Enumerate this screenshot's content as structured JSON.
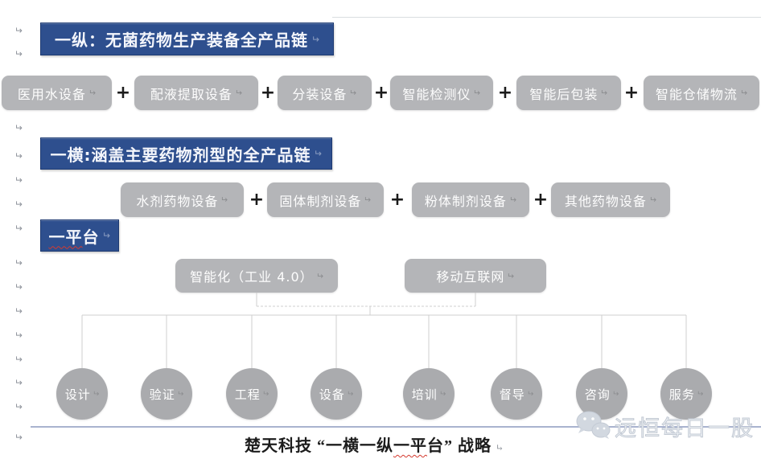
{
  "glyphs": {
    "return": "↵",
    "plus": "+"
  },
  "colors": {
    "header_box": "#2e4f8e",
    "header_box_border": "#1f3b72",
    "chain_box": "#b4b5b8",
    "circle": "#aaabae",
    "connector": "#cfcfcf",
    "divider": "#a9b3cf",
    "squiggle": "#d43a2f",
    "watermark": "#c3cad4"
  },
  "chain_vertical": {
    "title": "一纵：无菌药物生产装备全产品链",
    "items": [
      "医用水设备",
      "配液提取设备",
      "分装设备",
      "智能检测仪",
      "智能后包装",
      "智能仓储物流"
    ]
  },
  "chain_horizontal": {
    "title": "一横:涵盖主要药物剂型的全产品链",
    "items": [
      "水剂药物设备",
      "固体制剂设备",
      "粉体制剂设备",
      "其他药物设备"
    ]
  },
  "platform": {
    "title_squiggle": "一平",
    "title_rest": "台",
    "items": [
      "智能化（工业 4.0）",
      "移动互联网"
    ],
    "services": [
      "设计",
      "验证",
      "工程",
      "设备",
      "培训",
      "督导",
      "咨询",
      "服务"
    ]
  },
  "caption": {
    "part1": "楚天科技 “一横一纵",
    "squiggle": "一平",
    "part2": "台” 战略"
  },
  "watermark": {
    "text": "远恒每日一股"
  }
}
